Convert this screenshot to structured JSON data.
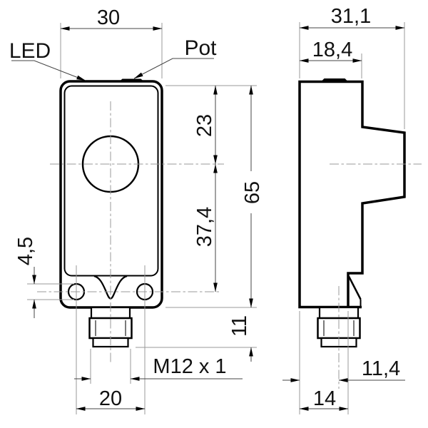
{
  "figure": {
    "kind": "sensor-dimension-drawing",
    "background": "#ffffff",
    "outline_color": "#000000",
    "dimension_line_color": "#444444",
    "extension_line_color": "#999999",
    "text_color": "#111111"
  },
  "front_view": {
    "led_label": "LED",
    "pot_label": "Pot",
    "dim_width": "30",
    "dim_transducer_offset": "23",
    "dim_transducer_to_holes": "37,4",
    "dim_height": "65",
    "dim_hole_diameter": "4,5",
    "dim_connector_length": "11",
    "dim_thread": "M12 x 1",
    "dim_hole_spacing": "20"
  },
  "side_view": {
    "dim_total_depth": "31,1",
    "dim_body_depth": "18,4",
    "dim_connector_offset": "11,4",
    "dim_bottom_depth": "14"
  }
}
